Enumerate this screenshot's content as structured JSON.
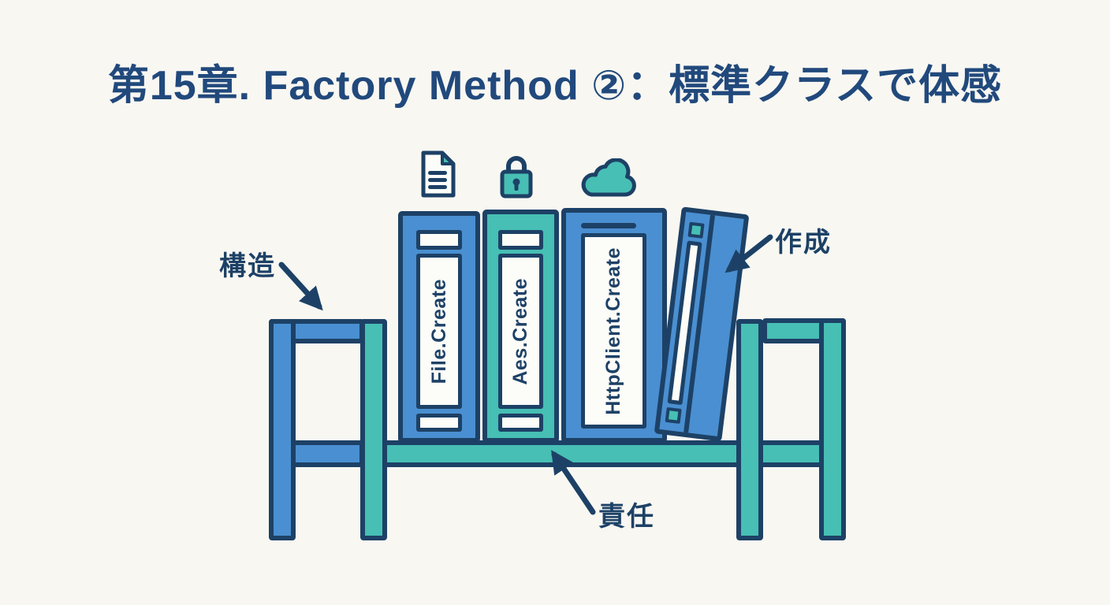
{
  "title": "第15章. Factory Method ②：標準クラスで体感",
  "colors": {
    "background": "#f8f7f2",
    "outline": "#1d4166",
    "blue": "#4a8fd1",
    "teal": "#47bfb4",
    "title": "#21497c",
    "paper": "#fcfcf8"
  },
  "icons": [
    {
      "name": "document-icon"
    },
    {
      "name": "lock-icon"
    },
    {
      "name": "cloud-icon"
    }
  ],
  "books": [
    {
      "label": "File.Create"
    },
    {
      "label": "Aes.Create"
    },
    {
      "label": "HttpClient.Create"
    },
    {
      "label": ""
    }
  ],
  "annotations": [
    {
      "label": "構造"
    },
    {
      "label": "作成"
    },
    {
      "label": "責任"
    }
  ]
}
